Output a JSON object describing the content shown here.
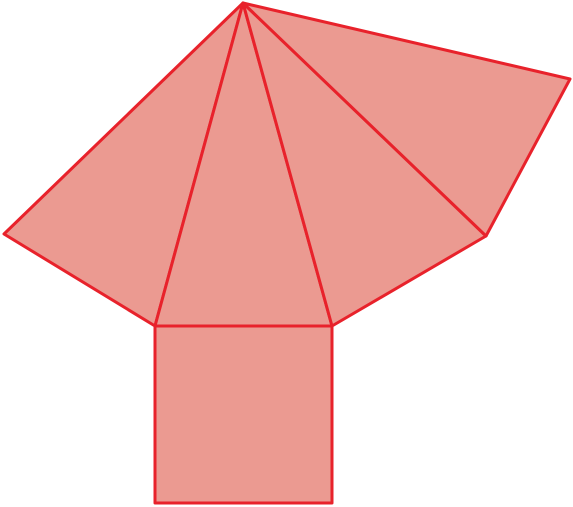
{
  "diagram": {
    "kind": "pyramid net",
    "base_shape": "square",
    "lateral_faces": 4,
    "fill_color": "#EB9A91",
    "stroke_color": "#E8222B"
  }
}
